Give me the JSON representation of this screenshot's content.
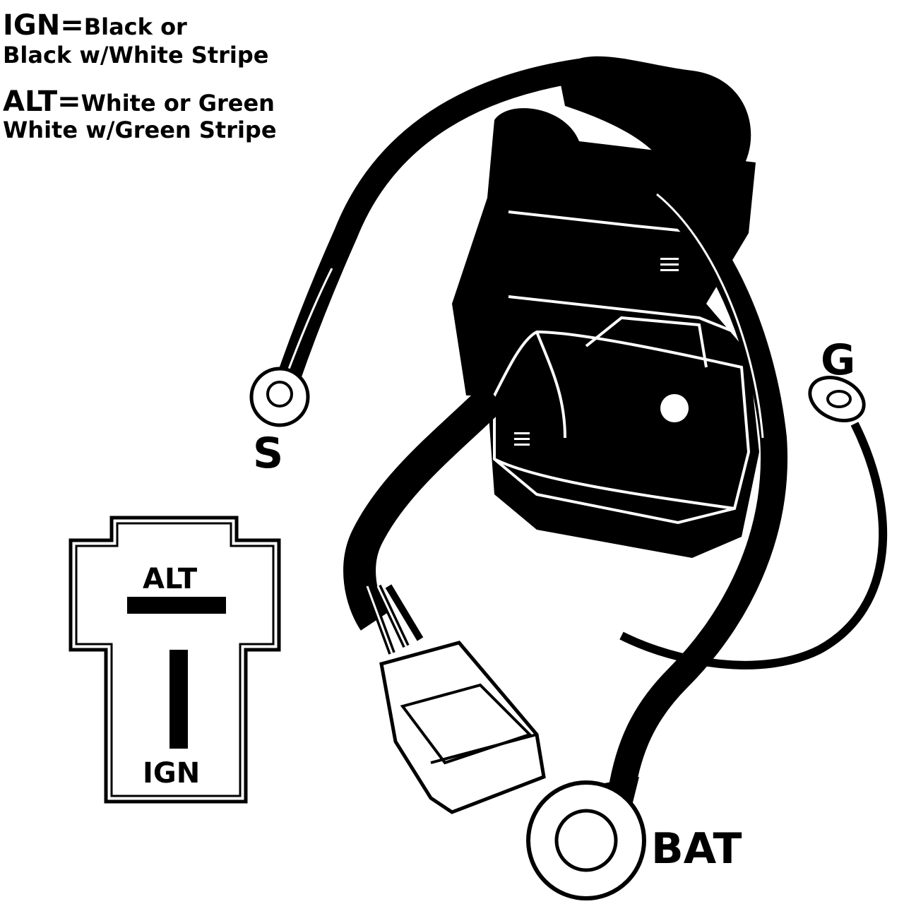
{
  "legend": {
    "ign_key": "IGN=",
    "ign_line1": "Black or",
    "ign_line2": "Black w/White Stripe",
    "alt_key": "ALT=",
    "alt_line1": "White or Green",
    "alt_line2": "White w/Green Stripe"
  },
  "terminals": {
    "s": "S",
    "g": "G",
    "bat": "BAT"
  },
  "connector": {
    "alt": "ALT",
    "ign": "IGN"
  }
}
